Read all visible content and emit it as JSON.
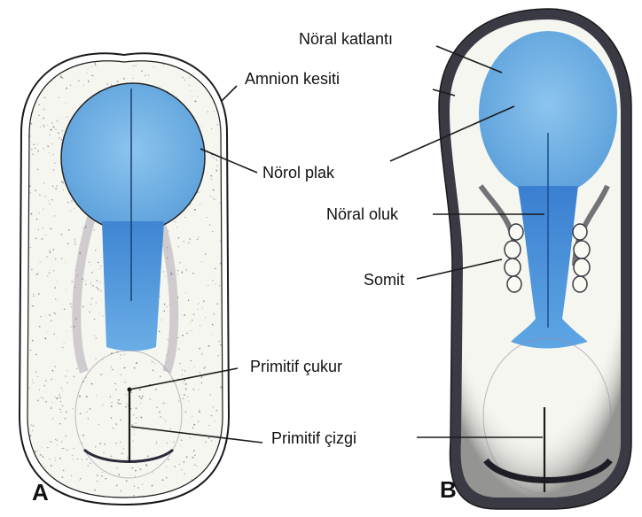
{
  "labels": {
    "noral_katlanti": "Nöral katlantı",
    "amnion_kesiti": "Amnion kesiti",
    "norol_plak": "Nörol plak",
    "noral_oluk": "Nöral oluk",
    "somit": "Somit",
    "primitif_cukur": "Primitif çukur",
    "primitif_cizgi": "Primitif çizgi"
  },
  "panels": {
    "a": "A",
    "b": "B"
  },
  "colors": {
    "neural_plate": "#6aaee0",
    "neural_groove": "#3d7fd0",
    "embryo_fill": "#f6f6f0",
    "outline": "#1a1a1a",
    "stipple": "#6a5a70"
  }
}
